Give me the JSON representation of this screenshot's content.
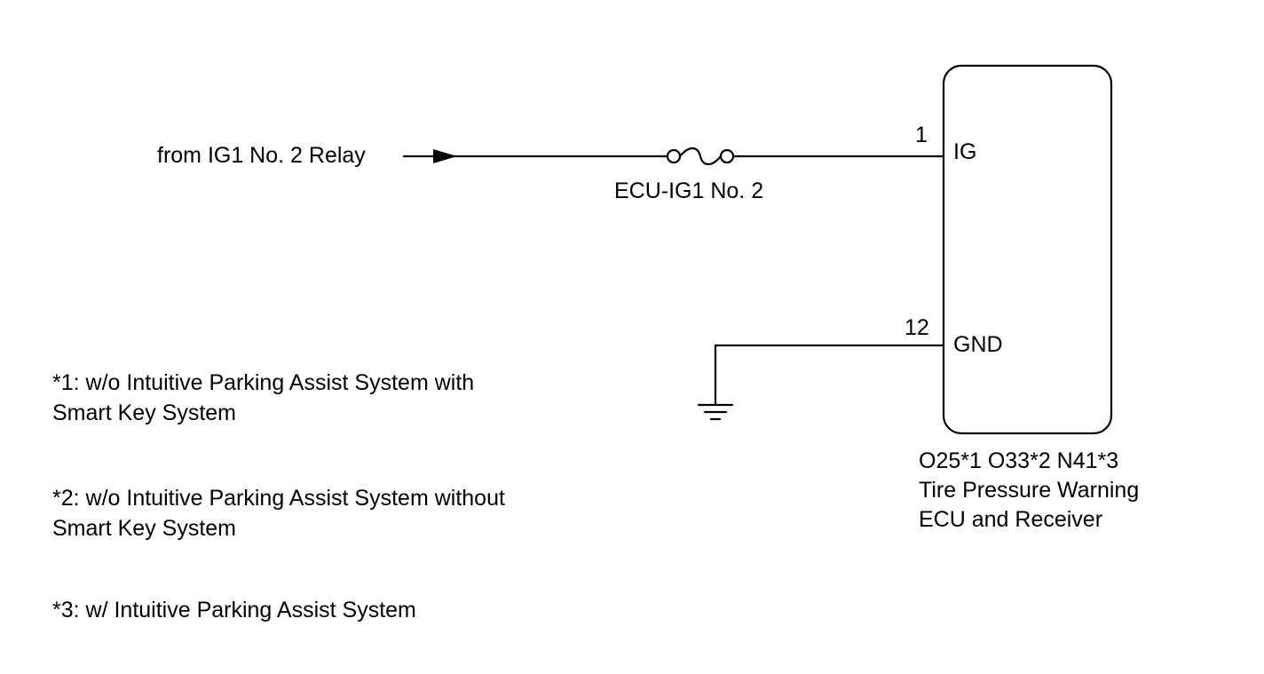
{
  "colors": {
    "line": "#000000",
    "background": "#ffffff"
  },
  "source": {
    "label": "from IG1 No. 2 Relay"
  },
  "fuse": {
    "label": "ECU-IG1 No. 2"
  },
  "ecu": {
    "pins": [
      {
        "number": "1",
        "name": "IG"
      },
      {
        "number": "12",
        "name": "GND"
      }
    ],
    "connectors": "O25*1 O33*2 N41*3",
    "name_line1": "Tire Pressure Warning",
    "name_line2": "ECU and Receiver"
  },
  "notes": [
    {
      "line1": "*1: w/o Intuitive Parking Assist System with",
      "line2": "Smart Key System"
    },
    {
      "line1": "*2: w/o Intuitive Parking Assist System without",
      "line2": "Smart Key System"
    },
    {
      "line1": "*3: w/ Intuitive Parking Assist System",
      "line2": ""
    }
  ],
  "icons": {
    "arrow": "arrow-right-icon",
    "fuse": "fuse-icon",
    "ground": "ground-icon"
  }
}
